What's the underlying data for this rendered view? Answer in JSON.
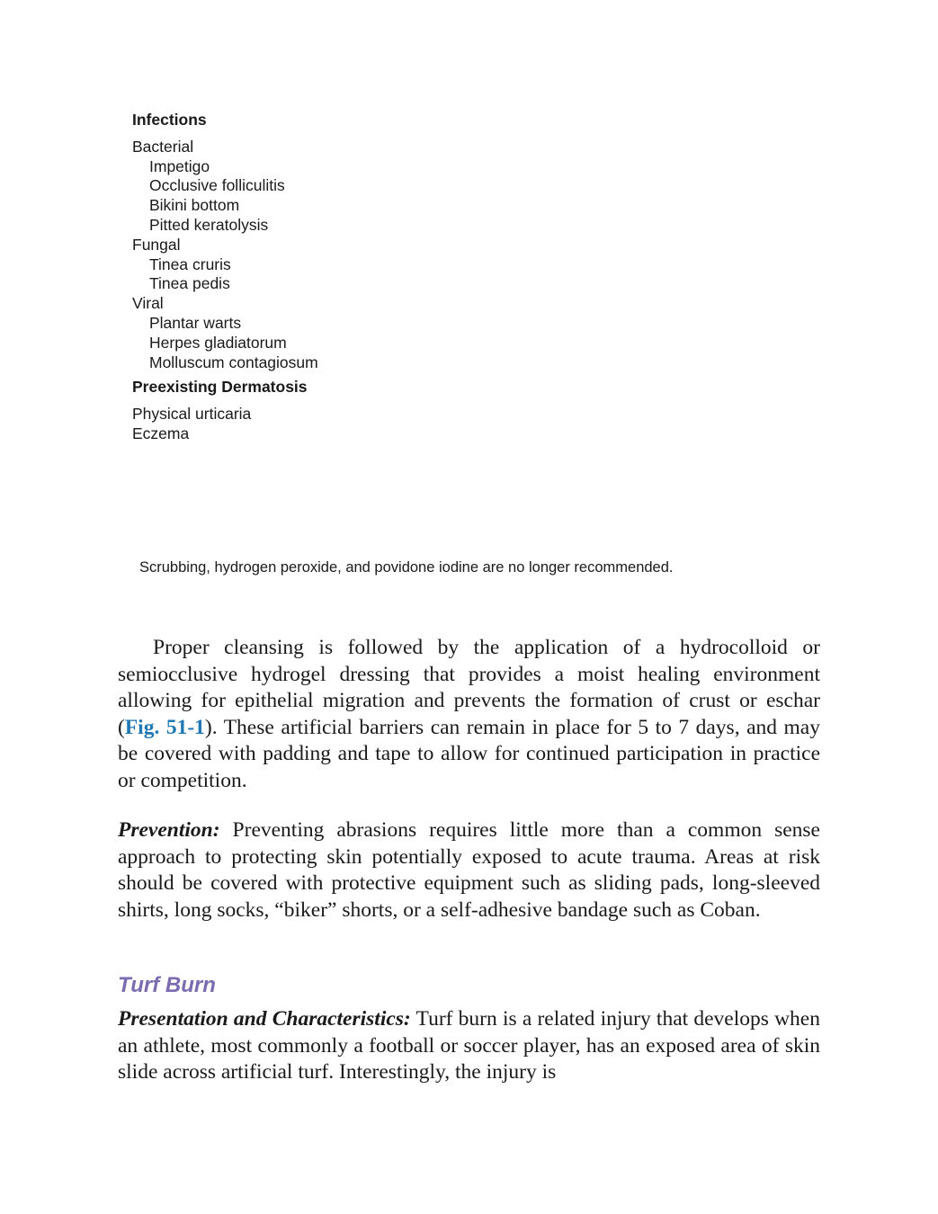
{
  "list_box": {
    "groups": [
      {
        "heading": "Infections",
        "categories": [
          {
            "label": "Bacterial",
            "items": [
              "Impetigo",
              "Occlusive folliculitis",
              "Bikini bottom",
              "Pitted keratolysis"
            ]
          },
          {
            "label": "Fungal",
            "items": [
              "Tinea cruris",
              "Tinea pedis"
            ]
          },
          {
            "label": "Viral",
            "items": [
              "Plantar warts",
              "Herpes gladiatorum",
              "Molluscum contagiosum"
            ]
          }
        ]
      },
      {
        "heading": "Preexisting Dermatosis",
        "items": [
          "Physical urticaria",
          "Eczema"
        ]
      }
    ]
  },
  "note": "Scrubbing, hydrogen peroxide, and povidone iodine are no longer recommended.",
  "paragraph_1": {
    "before_link": "Proper cleansing is followed by the application of a hydrocolloid or semiocclusive hydrogel dressing that provides a moist healing environment allowing for epithelial migration and prevents the formation of crust or eschar (",
    "link": "Fig. 51-1",
    "after_link": "). These artificial barriers can remain in place for 5 to 7 days, and may be covered with padding and tape to allow for continued participation in practice or competition."
  },
  "paragraph_2": {
    "lead": "Prevention:",
    "text": " Preventing abrasions requires little more than a common sense approach to protecting skin potentially exposed to acute trauma. Areas at risk should be covered with protective equipment such as sliding pads, long-sleeved shirts, long socks, “biker” shorts, or a self-adhesive bandage such as Coban."
  },
  "section_heading": "Turf Burn",
  "paragraph_3": {
    "lead": "Presentation and Characteristics:",
    "text": " Turf burn is a related injury that develops when an athlete, most commonly a football or soccer player, has an exposed area of skin slide across artificial turf. Interestingly, the injury is"
  },
  "colors": {
    "link": "#1f77b4",
    "section_heading": "#7b6bb0"
  }
}
